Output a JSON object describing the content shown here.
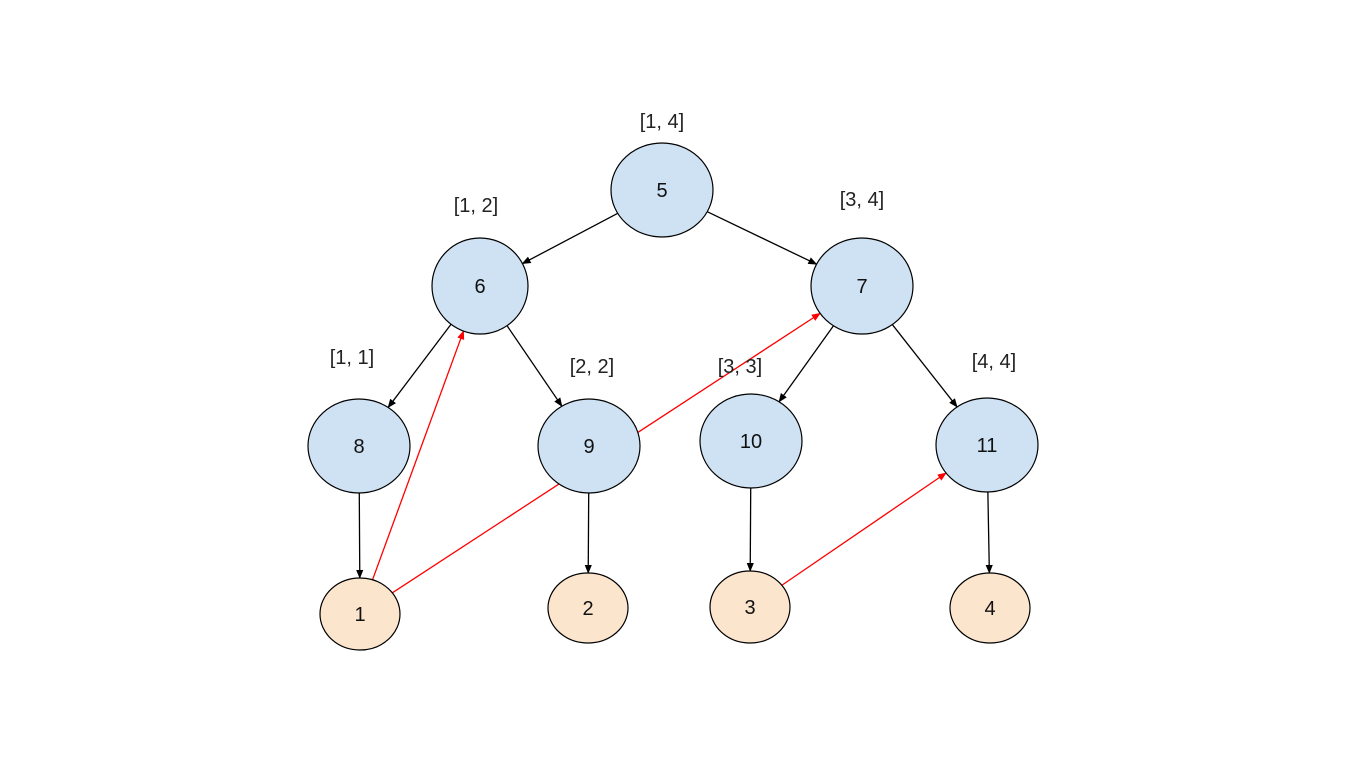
{
  "diagram": {
    "type": "tree-with-links",
    "colors": {
      "internal_fill": "#cfe2f3",
      "leaf_fill": "#fce5cd",
      "stroke": "#000000",
      "tree_edge": "#000000",
      "link_edge": "#ff0000"
    },
    "nodes": [
      {
        "id": "5",
        "label": "5",
        "kind": "internal",
        "range": "[1, 4]"
      },
      {
        "id": "6",
        "label": "6",
        "kind": "internal",
        "range": "[1, 2]"
      },
      {
        "id": "7",
        "label": "7",
        "kind": "internal",
        "range": "[3, 4]"
      },
      {
        "id": "8",
        "label": "8",
        "kind": "internal",
        "range": "[1, 1]"
      },
      {
        "id": "9",
        "label": "9",
        "kind": "internal",
        "range": "[2, 2]"
      },
      {
        "id": "10",
        "label": "10",
        "kind": "internal",
        "range": "[3, 3]"
      },
      {
        "id": "11",
        "label": "11",
        "kind": "internal",
        "range": "[4, 4]"
      },
      {
        "id": "1",
        "label": "1",
        "kind": "leaf",
        "range": ""
      },
      {
        "id": "2",
        "label": "2",
        "kind": "leaf",
        "range": ""
      },
      {
        "id": "3",
        "label": "3",
        "kind": "leaf",
        "range": ""
      },
      {
        "id": "4",
        "label": "4",
        "kind": "leaf",
        "range": ""
      }
    ],
    "tree_edges": [
      {
        "from": "5",
        "to": "6"
      },
      {
        "from": "5",
        "to": "7"
      },
      {
        "from": "6",
        "to": "8"
      },
      {
        "from": "6",
        "to": "9"
      },
      {
        "from": "7",
        "to": "10"
      },
      {
        "from": "7",
        "to": "11"
      },
      {
        "from": "8",
        "to": "1"
      },
      {
        "from": "9",
        "to": "2"
      },
      {
        "from": "10",
        "to": "3"
      },
      {
        "from": "11",
        "to": "4"
      }
    ],
    "link_edges": [
      {
        "from": "1",
        "to": "6"
      },
      {
        "from": "1",
        "to": "7"
      },
      {
        "from": "3",
        "to": "11"
      }
    ]
  }
}
